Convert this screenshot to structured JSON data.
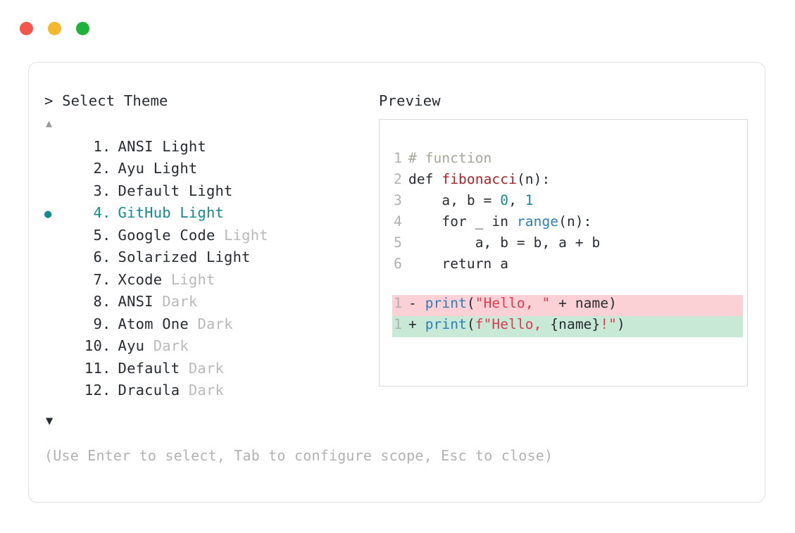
{
  "window": {
    "dots": [
      {
        "name": "close",
        "color": "#f4554c"
      },
      {
        "name": "minimize",
        "color": "#f5b82b"
      },
      {
        "name": "maximize",
        "color": "#1fb33a"
      }
    ]
  },
  "left": {
    "prompt_marker": ">",
    "prompt_label": "Select Theme",
    "scroll_up_icon": "▲",
    "scroll_down_icon": "▼",
    "selected_index": 4,
    "bullet_icon": "●",
    "separator": ".",
    "items": [
      {
        "index": "1",
        "name": "ANSI",
        "variant": "Light",
        "variant_muted": false,
        "selected": false
      },
      {
        "index": "2",
        "name": "Ayu",
        "variant": "Light",
        "variant_muted": false,
        "selected": false
      },
      {
        "index": "3",
        "name": "Default",
        "variant": "Light",
        "variant_muted": false,
        "selected": false
      },
      {
        "index": "4",
        "name": "GitHub",
        "variant": "Light",
        "variant_muted": false,
        "selected": true
      },
      {
        "index": "5",
        "name": "Google Code",
        "variant": "Light",
        "variant_muted": true,
        "selected": false
      },
      {
        "index": "6",
        "name": "Solarized",
        "variant": "Light",
        "variant_muted": false,
        "selected": false
      },
      {
        "index": "7",
        "name": "Xcode",
        "variant": "Light",
        "variant_muted": true,
        "selected": false
      },
      {
        "index": "8",
        "name": "ANSI",
        "variant": "Dark",
        "variant_muted": true,
        "selected": false
      },
      {
        "index": "9",
        "name": "Atom One",
        "variant": "Dark",
        "variant_muted": true,
        "selected": false
      },
      {
        "index": "10",
        "name": "Ayu",
        "variant": "Dark",
        "variant_muted": true,
        "selected": false
      },
      {
        "index": "11",
        "name": "Default",
        "variant": "Dark",
        "variant_muted": true,
        "selected": false
      },
      {
        "index": "12",
        "name": "Dracula",
        "variant": "Dark",
        "variant_muted": true,
        "selected": false
      }
    ]
  },
  "preview": {
    "header": "Preview",
    "code_lines": [
      {
        "no": "1",
        "tokens": [
          {
            "t": "# function",
            "c": "tok-comment"
          }
        ]
      },
      {
        "no": "2",
        "tokens": [
          {
            "t": "def ",
            "c": "tok-kw"
          },
          {
            "t": "fibonacci",
            "c": "tok-fn"
          },
          {
            "t": "(n):",
            "c": "tok-plain"
          }
        ]
      },
      {
        "no": "3",
        "tokens": [
          {
            "t": "    a, b = ",
            "c": "tok-plain"
          },
          {
            "t": "0",
            "c": "tok-num"
          },
          {
            "t": ", ",
            "c": "tok-plain"
          },
          {
            "t": "1",
            "c": "tok-num"
          }
        ]
      },
      {
        "no": "4",
        "tokens": [
          {
            "t": "    for _ in ",
            "c": "tok-plain"
          },
          {
            "t": "range",
            "c": "tok-builtin"
          },
          {
            "t": "(n):",
            "c": "tok-plain"
          }
        ]
      },
      {
        "no": "5",
        "tokens": [
          {
            "t": "        a, b = b, a + b",
            "c": "tok-plain"
          }
        ]
      },
      {
        "no": "6",
        "tokens": [
          {
            "t": "    return a",
            "c": "tok-plain"
          }
        ]
      }
    ],
    "diff_lines": [
      {
        "no": "1",
        "kind": "removed",
        "sign": "-",
        "tokens": [
          {
            "t": "print",
            "c": "tok-print"
          },
          {
            "t": "(",
            "c": "tok-plain"
          },
          {
            "t": "\"Hello, \"",
            "c": "tok-str"
          },
          {
            "t": " + name)",
            "c": "tok-plain"
          }
        ]
      },
      {
        "no": "1",
        "kind": "added",
        "sign": "+",
        "tokens": [
          {
            "t": "print",
            "c": "tok-print"
          },
          {
            "t": "(",
            "c": "tok-plain"
          },
          {
            "t": "f\"Hello, ",
            "c": "tok-str"
          },
          {
            "t": "{name}",
            "c": "tok-plain"
          },
          {
            "t": "!\"",
            "c": "tok-str"
          },
          {
            "t": ")",
            "c": "tok-plain"
          }
        ]
      }
    ]
  },
  "footer": {
    "hint": "(Use Enter to select, Tab to configure scope, Esc to close)"
  },
  "colors": {
    "accent_teal": "#0f8c8b",
    "muted_text": "#b9b9b9",
    "body_text": "#272b32",
    "diff_removed_bg": "#fbd1d5",
    "diff_added_bg": "#c9e9d7",
    "card_border": "#e2e2e2",
    "preview_border": "#d9d9d9"
  }
}
